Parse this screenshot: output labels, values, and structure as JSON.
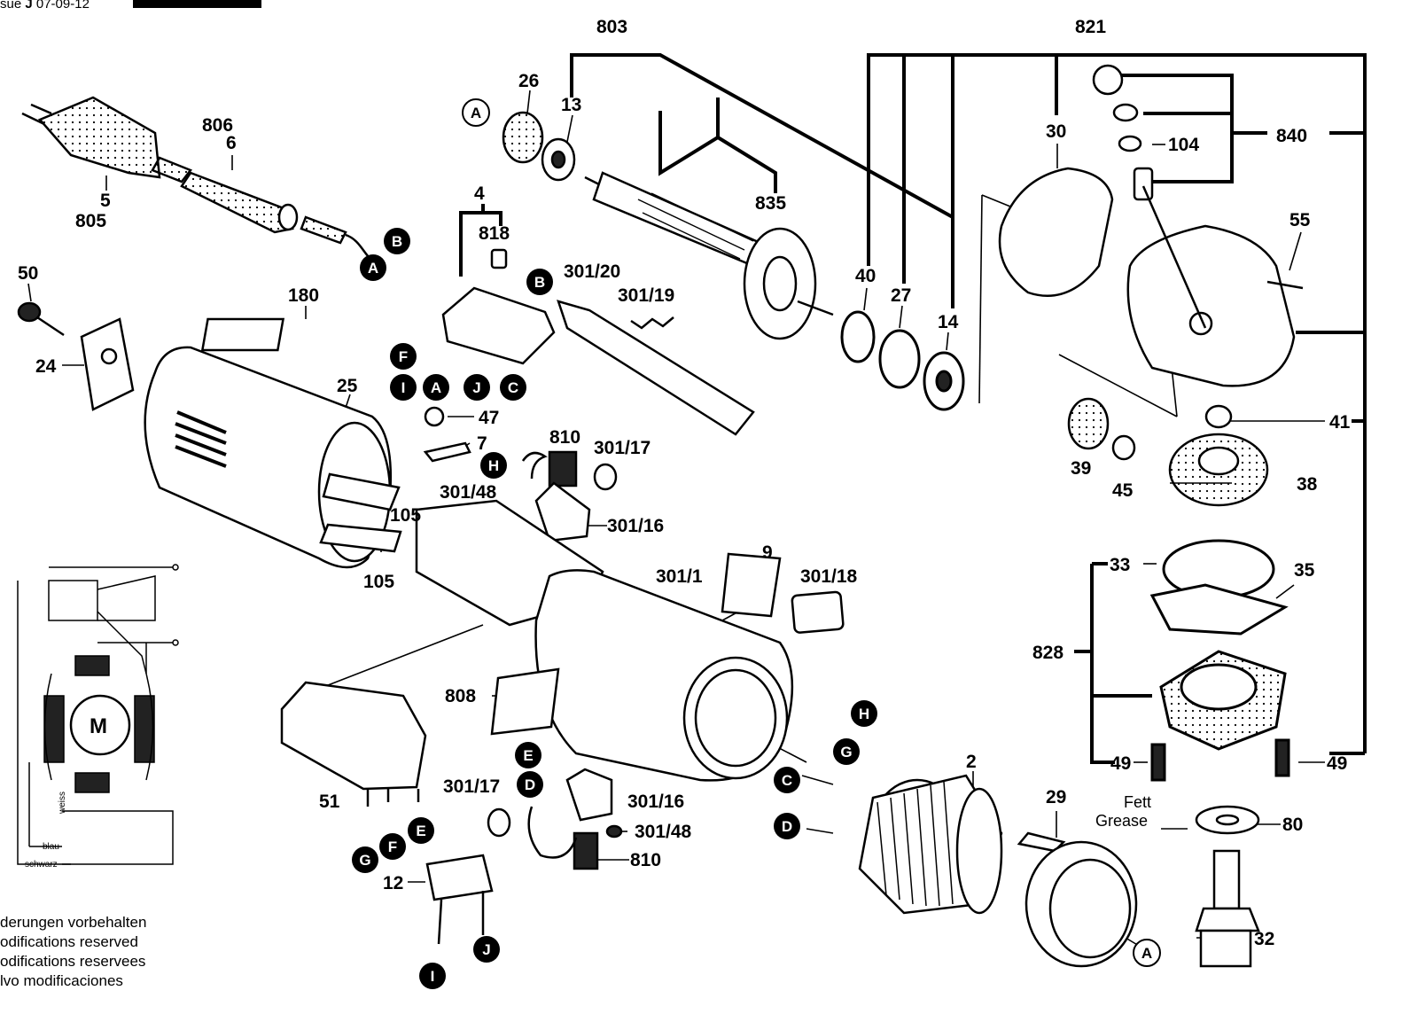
{
  "header": {
    "issue_text": "sue",
    "date": "07-09-12"
  },
  "part_numbers": [
    {
      "id": "p803",
      "text": "803"
    },
    {
      "id": "p821",
      "text": "821"
    },
    {
      "id": "p26",
      "text": "26"
    },
    {
      "id": "p13",
      "text": "13"
    },
    {
      "id": "p806",
      "text": "806"
    },
    {
      "id": "p6",
      "text": "6"
    },
    {
      "id": "p5",
      "text": "5"
    },
    {
      "id": "p805",
      "text": "805"
    },
    {
      "id": "p30",
      "text": "30"
    },
    {
      "id": "p104",
      "text": "104"
    },
    {
      "id": "p840",
      "text": "840"
    },
    {
      "id": "p4",
      "text": "4"
    },
    {
      "id": "p818",
      "text": "818"
    },
    {
      "id": "p835",
      "text": "835"
    },
    {
      "id": "p301_20",
      "text": "301/20"
    },
    {
      "id": "p301_19",
      "text": "301/19"
    },
    {
      "id": "p55",
      "text": "55"
    },
    {
      "id": "p50",
      "text": "50"
    },
    {
      "id": "p180",
      "text": "180"
    },
    {
      "id": "p40",
      "text": "40"
    },
    {
      "id": "p27",
      "text": "27"
    },
    {
      "id": "p14",
      "text": "14"
    },
    {
      "id": "p24",
      "text": "24"
    },
    {
      "id": "p25",
      "text": "25"
    },
    {
      "id": "p47",
      "text": "47"
    },
    {
      "id": "p41",
      "text": "41"
    },
    {
      "id": "p7",
      "text": "7"
    },
    {
      "id": "p810a",
      "text": "810"
    },
    {
      "id": "p301_17a",
      "text": "301/17"
    },
    {
      "id": "p39",
      "text": "39"
    },
    {
      "id": "p45",
      "text": "45"
    },
    {
      "id": "p38",
      "text": "38"
    },
    {
      "id": "p301_48a",
      "text": "301/48"
    },
    {
      "id": "p105a",
      "text": "105"
    },
    {
      "id": "p301_16a",
      "text": "301/16"
    },
    {
      "id": "p105b",
      "text": "105"
    },
    {
      "id": "p9",
      "text": "9"
    },
    {
      "id": "p301_1",
      "text": "301/1"
    },
    {
      "id": "p301_18",
      "text": "301/18"
    },
    {
      "id": "p33",
      "text": "33"
    },
    {
      "id": "p35",
      "text": "35"
    },
    {
      "id": "p828",
      "text": "828"
    },
    {
      "id": "p808",
      "text": "808"
    },
    {
      "id": "p49a",
      "text": "49"
    },
    {
      "id": "p49b",
      "text": "49"
    },
    {
      "id": "p2",
      "text": "2"
    },
    {
      "id": "p51",
      "text": "51"
    },
    {
      "id": "p301_17b",
      "text": "301/17"
    },
    {
      "id": "p301_16b",
      "text": "301/16"
    },
    {
      "id": "p29",
      "text": "29"
    },
    {
      "id": "p80",
      "text": "80"
    },
    {
      "id": "p301_48b",
      "text": "301/48"
    },
    {
      "id": "p810b",
      "text": "810"
    },
    {
      "id": "p12",
      "text": "12"
    },
    {
      "id": "p32",
      "text": "32"
    }
  ],
  "connector_labels": [
    {
      "id": "cA1",
      "text": "A",
      "style": "outline"
    },
    {
      "id": "cB1",
      "text": "B",
      "style": "filled"
    },
    {
      "id": "cA2",
      "text": "A",
      "style": "filled"
    },
    {
      "id": "cB2",
      "text": "B",
      "style": "filled"
    },
    {
      "id": "cF1",
      "text": "F",
      "style": "filled"
    },
    {
      "id": "cI1",
      "text": "I",
      "style": "filled"
    },
    {
      "id": "cA3",
      "text": "A",
      "style": "filled"
    },
    {
      "id": "cJ1",
      "text": "J",
      "style": "filled"
    },
    {
      "id": "cC1",
      "text": "C",
      "style": "filled"
    },
    {
      "id": "cH1",
      "text": "H",
      "style": "filled"
    },
    {
      "id": "cH2",
      "text": "H",
      "style": "filled"
    },
    {
      "id": "cG1",
      "text": "G",
      "style": "filled"
    },
    {
      "id": "cE1",
      "text": "E",
      "style": "filled"
    },
    {
      "id": "cD1",
      "text": "D",
      "style": "filled"
    },
    {
      "id": "cC2",
      "text": "C",
      "style": "filled"
    },
    {
      "id": "cD2",
      "text": "D",
      "style": "filled"
    },
    {
      "id": "cE2",
      "text": "E",
      "style": "filled"
    },
    {
      "id": "cF2",
      "text": "F",
      "style": "filled"
    },
    {
      "id": "cG2",
      "text": "G",
      "style": "filled"
    },
    {
      "id": "cJ2",
      "text": "J",
      "style": "filled"
    },
    {
      "id": "cI2",
      "text": "I",
      "style": "filled"
    },
    {
      "id": "cA4",
      "text": "A",
      "style": "outline"
    }
  ],
  "wiring": {
    "motor_label": "M",
    "wire_blau": "blau",
    "wire_schwarz": "schwarz",
    "wire_weiss": "weiss"
  },
  "grease_note": {
    "line1": "Fett",
    "line2": "Grease"
  },
  "footer_notes": [
    "derungen vorbehalten",
    "odifications reserved",
    "odifications reservees",
    "lvo modificaciones"
  ],
  "colors": {
    "ink": "#000000",
    "paper": "#ffffff",
    "fill_light": "#f4f4f4"
  }
}
